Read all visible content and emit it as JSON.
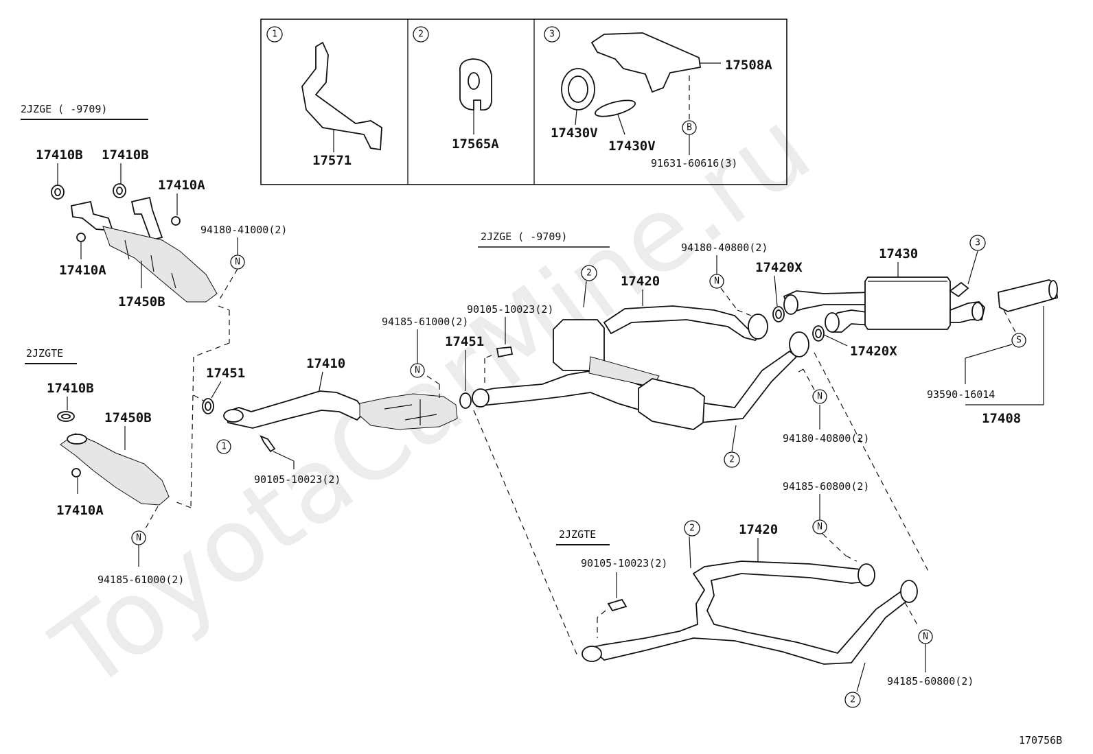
{
  "watermark": "ToyotaCarMine.ru",
  "figure_code": "170756B",
  "inset": {
    "panels": [
      {
        "num": "1",
        "part": "17571"
      },
      {
        "num": "2",
        "part": "17565A"
      },
      {
        "num": "3",
        "parts": [
          "17508A",
          "17430V",
          "17430V",
          "B",
          "91631-60616(3)"
        ]
      }
    ]
  },
  "variants": {
    "a": "2JZGE (    -9709)",
    "b": "2JZGTE",
    "c": "2JZGE (    -9709)",
    "d": "2JZGTE"
  },
  "labels": {
    "p17410B_1": "17410B",
    "p17410B_2": "17410B",
    "p17410A_1": "17410A",
    "p17410A_2": "17410A",
    "p17450B_1": "17450B",
    "n94180_41000": "94180-41000(2)",
    "p17410B_3": "17410B",
    "p17450B_2": "17450B",
    "p17410A_3": "17410A",
    "n94185_61000_a": "94185-61000(2)",
    "p17451_a": "17451",
    "p17410": "17410",
    "n90105_a": "90105-10023(2)",
    "n94185_61000_b": "94185-61000(2)",
    "n90105_b": "90105-10023(2)",
    "p17451_b": "17451",
    "p17420_a": "17420",
    "n94180_40800_a": "94180-40800(2)",
    "p17420X_a": "17420X",
    "p17430": "17430",
    "p17420X_b": "17420X",
    "n93590": "93590-16014",
    "p17408": "17408",
    "n94180_40800_b": "94180-40800(2)",
    "n94185_60800_a": "94185-60800(2)",
    "p17420_b": "17420",
    "n90105_c": "90105-10023(2)",
    "n94185_60800_b": "94185-60800(2)"
  },
  "markers": {
    "circle_1": "1",
    "circle_2": "2",
    "circle_3": "3",
    "N": "N",
    "S": "S",
    "B": "B"
  }
}
